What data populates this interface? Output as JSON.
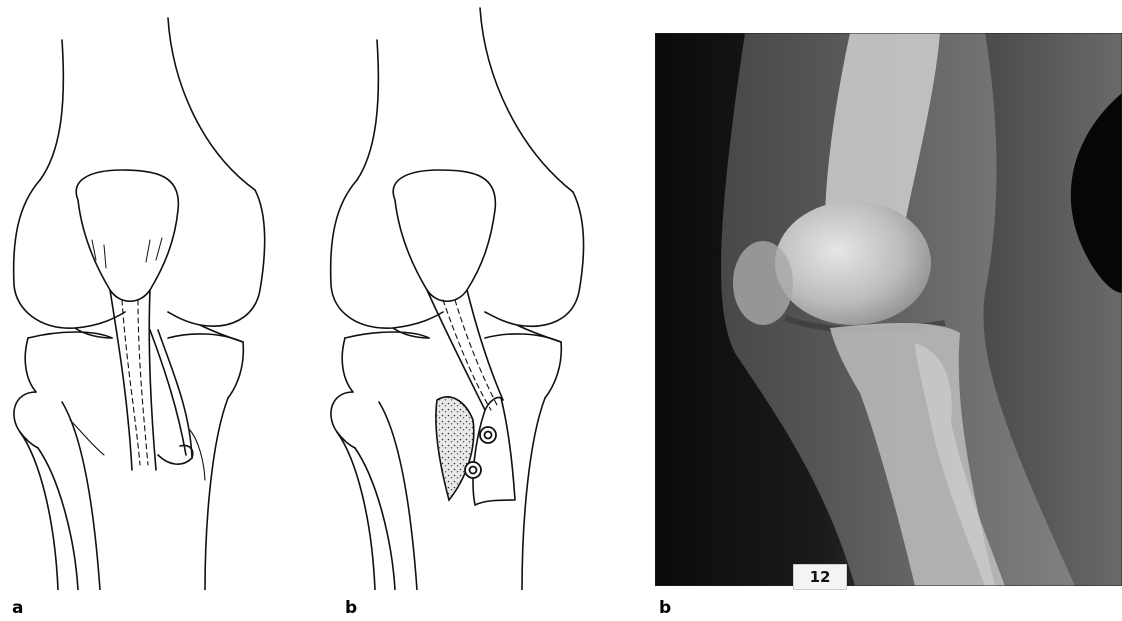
{
  "labels": {
    "panel_a": "a",
    "panel_b_drawing": "b",
    "panel_b_xray": "b"
  },
  "xray": {
    "marker_text": "12"
  },
  "colors": {
    "line": "#111111",
    "background": "#ffffff",
    "xray_dark": "#0d0d0d",
    "xray_bone": "#d6d6d6"
  }
}
